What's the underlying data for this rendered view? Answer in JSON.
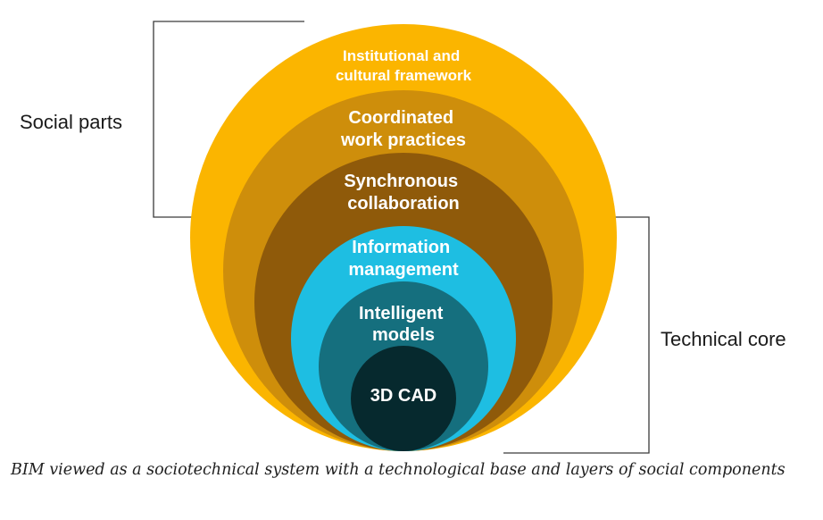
{
  "diagram": {
    "layers": [
      {
        "id": "institutional",
        "lines": [
          "Institutional and",
          "cultural framework"
        ],
        "color": "#FBB500",
        "text_color": "#FFFFFF"
      },
      {
        "id": "coordinated",
        "lines": [
          "Coordinated",
          "work practices"
        ],
        "color": "#CE8E0B",
        "text_color": "#FFFFFF"
      },
      {
        "id": "synchronous",
        "lines": [
          "Synchronous",
          "collaboration"
        ],
        "color": "#8F5A0A",
        "text_color": "#FFFFFF"
      },
      {
        "id": "information",
        "lines": [
          "Information",
          "management"
        ],
        "color": "#1EBEE2",
        "text_color": "#FFFFFF"
      },
      {
        "id": "intelligent",
        "lines": [
          "Intelligent",
          "models"
        ],
        "color": "#156F7E",
        "text_color": "#FFFFFF"
      },
      {
        "id": "cad",
        "lines": [
          "3D CAD"
        ],
        "color": "#06292E",
        "text_color": "#FFFFFF"
      }
    ],
    "brackets": {
      "social": {
        "label": "Social parts"
      },
      "technical": {
        "label": "Technical core"
      }
    }
  },
  "caption": "BIM viewed as a sociotechnical system with a technological base and layers of social components"
}
